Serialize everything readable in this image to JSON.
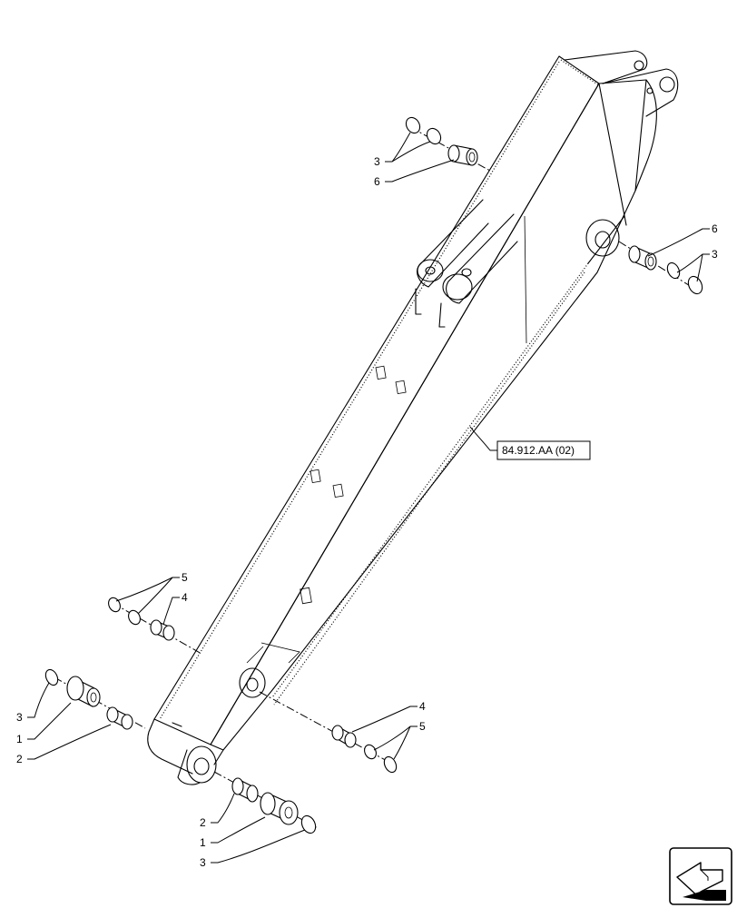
{
  "callouts": {
    "top_3": "3",
    "top_6": "6",
    "right_6": "6",
    "right_3": "3",
    "left_5": "5",
    "left_4": "4",
    "bl_3": "3",
    "bl_1": "1",
    "bl_2": "2",
    "mid_4": "4",
    "mid_5": "5",
    "bot_2": "2",
    "bot_1": "1",
    "bot_3": "3"
  },
  "reference_label": "84.912.AA (02)",
  "nav_icon": "navigation-arrow-icon"
}
